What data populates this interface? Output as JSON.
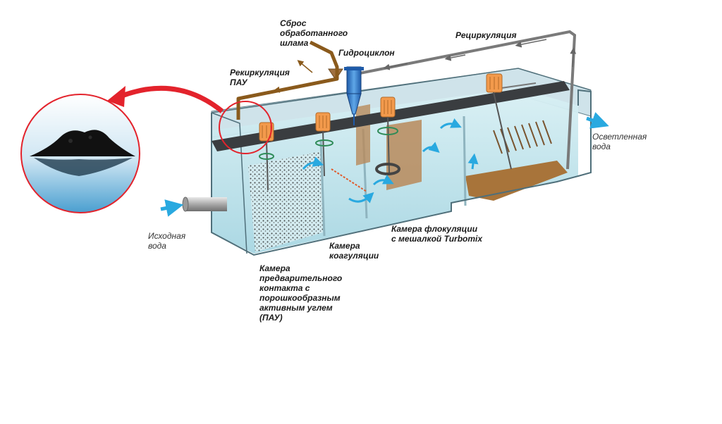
{
  "labels": {
    "sludge_discharge": "Сброс\nобработанного\nшлама",
    "recirculation": "Рециркуляция",
    "hydrocyclone": "Гидроциклон",
    "pac_recirculation": "Рекиркуляция\nПАУ",
    "clarified_water": "Осветленная\nвода",
    "raw_water": "Исходная\nвода",
    "flocculation_chamber": "Камера флокуляции\nс мешалкой Turbomix",
    "coagulation_chamber": "Камера\nкоагуляции",
    "pac_contact_chamber": "Камера\nпредварительного\nконтакта с\nпорошкообразным\nактивным углем\n(ПАУ)"
  },
  "colors": {
    "highlight_red": "#e3232c",
    "arrow_blue": "#29a9e0",
    "pipe_brown": "#8a5a1c",
    "motor_orange": "#f39a4c",
    "water": "#bfe4ec"
  }
}
